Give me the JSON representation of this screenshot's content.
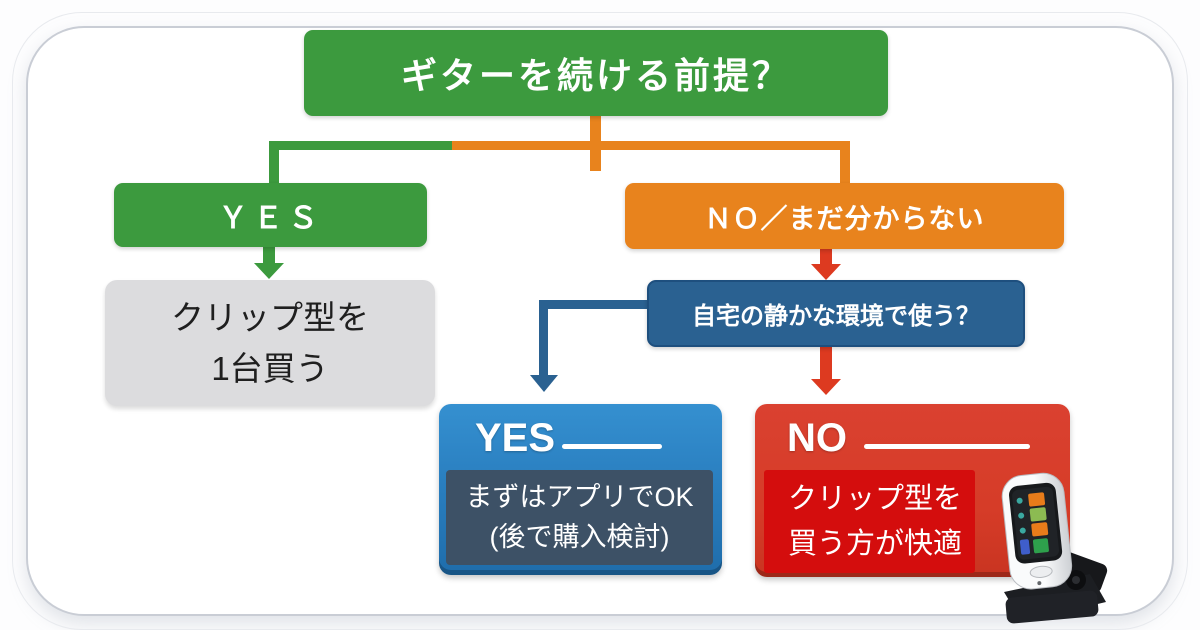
{
  "diagram": {
    "type": "decision-flowchart",
    "root": {
      "question": "ギターを続ける前提？"
    },
    "branch_yes": {
      "label": "ＹＥＳ",
      "result": {
        "line1": "クリップ型を",
        "line2": "1台買う"
      }
    },
    "branch_no": {
      "label": "ＮＯ／まだ分からない",
      "question": "自宅の静かな環境で使う？",
      "sub_yes": {
        "header": "YES",
        "line1": "まずはアプリでOK",
        "line2": "(後で購入検討)"
      },
      "sub_no": {
        "header": "NO",
        "line1": "クリップ型を",
        "line2": "買う方が快適"
      }
    },
    "icons": {
      "product": "clip-tuner-photo"
    },
    "colors": {
      "green": "#3c9a3e",
      "orange": "#e8831d",
      "question_blue": "#2a6191",
      "result_blue": "#2a7fc0",
      "panel_slate": "#3d5166",
      "result_red": "#d63c28",
      "panel_red": "#d40d0d",
      "arrow_red": "#dd3a20",
      "neutral_gray": "#dcdcde"
    }
  }
}
